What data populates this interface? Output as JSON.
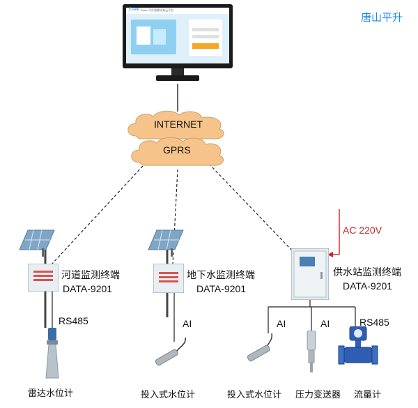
{
  "brand": "唐山平升",
  "monitor": {
    "logo": "Esiee",
    "screen_title": "Esiee 平升智慧水务云平台"
  },
  "cloud_internet": "INTERNET",
  "cloud_gprs": "GPRS",
  "power_label": "AC 220V",
  "terminals": [
    {
      "name": "河道监测终端",
      "model": "DATA-9201"
    },
    {
      "name": "地下水监测终端",
      "model": "DATA-9201"
    },
    {
      "name": "供水站监测终端",
      "model": "DATA-9201"
    }
  ],
  "signals": {
    "rs485_river": "RS485",
    "ai_ground": "AI",
    "ai_left": "AI",
    "ai_right": "AI",
    "rs485_supply": "RS485"
  },
  "sensors": [
    "雷达水位计",
    "投入式水位计",
    "投入式水位计",
    "压力变送器",
    "流量计"
  ],
  "colors": {
    "brand": "#1e88e5",
    "power": "#c62828",
    "cloud": "#f6c48a",
    "cabinet": "#e8eef2"
  }
}
